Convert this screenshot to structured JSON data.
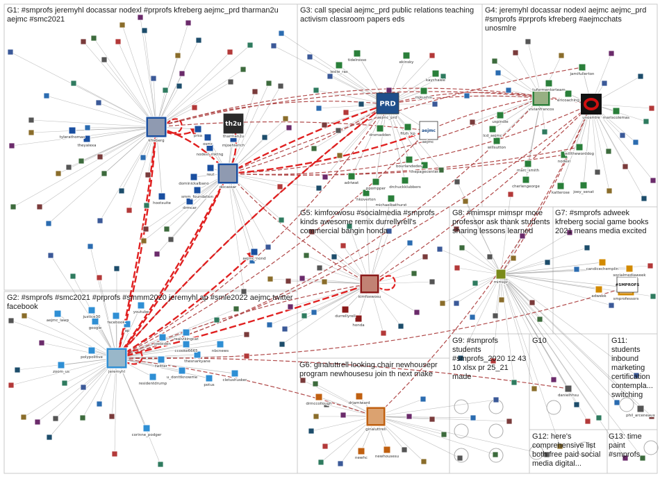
{
  "groups": [
    {
      "id": "G1",
      "label": "G1: #smprofs jeremyhl docassar nodexl #prprofs kfreberg aejmc_prd tharman2u aejmc #smc2021"
    },
    {
      "id": "G2",
      "label": "G2: #smprofs #smc2021 #prprofs #smmm2020 jeremyhl ap #smle2022 aejmc twitter facebook"
    },
    {
      "id": "G3",
      "label": "G3: call special aejmc_prd public relations teaching activism classroom papers eds"
    },
    {
      "id": "G4",
      "label": "G4: jeremyhl docassar nodexl aejmc aejmc_prd #smprofs #prprofs kfreberg #aejmcchats unosmlre"
    },
    {
      "id": "G5",
      "label": "G5: kimfoxwosu #socialmedia #smprofs kinds awesome remix durrellyrell's commercial bangin honda"
    },
    {
      "id": "G6",
      "label": "G6: ginaluttrell looking chair newhousepr program newhousesu join th next make"
    },
    {
      "id": "G7",
      "label": "G7: #smprofs adweek kfreberg social game books 2021 means media excited"
    },
    {
      "id": "G8",
      "label": "G8: #mimspr mimspr more professor ask thank students sharing lessons learned"
    },
    {
      "id": "G9",
      "label": "G9: #smprofs students #smprofs_2020 12 43 10 xlsx pr 25_21 made"
    },
    {
      "id": "G10",
      "label": "G10"
    },
    {
      "id": "G11",
      "label": "G11: students inbound marketing certification contempla... switching"
    },
    {
      "id": "G12",
      "label": "G12: here's comprehensive list both free paid social media digital..."
    },
    {
      "id": "G13",
      "label": "G13: time paint #smprofs"
    }
  ],
  "nodes": [
    {
      "id": "kfreberg",
      "label": "kfreberg",
      "color": "#1a4fa0"
    },
    {
      "id": "tylerathomas",
      "label": "tylerathomas",
      "color": "#1a4fa0"
    },
    {
      "id": "theyalexa",
      "label": "theyalexa",
      "color": "#1a4fa0"
    },
    {
      "id": "prsa",
      "label": "prsa",
      "color": "#1a4fa0"
    },
    {
      "id": "osmr",
      "label": "osmr",
      "color": "#1a4fa0"
    },
    {
      "id": "tharman2u",
      "label": "tharman2u",
      "color": "#1a4fa0"
    },
    {
      "id": "mjoehlerich",
      "label": "mjoehlerich",
      "color": "#1a4fa0"
    },
    {
      "id": "nodexl_mktng",
      "label": "nodexl_mktng",
      "color": "#1a4fa0"
    },
    {
      "id": "reut",
      "label": "reut",
      "color": "#1a4fa0"
    },
    {
      "id": "dominickalbano",
      "label": "dominickalbano",
      "color": "#1a4fa0"
    },
    {
      "id": "docassar",
      "label": "docassar",
      "color": "#1a4fa0"
    },
    {
      "id": "smm_foundation",
      "label": "smm_foundation",
      "color": "#1a4fa0"
    },
    {
      "id": "hootsuite",
      "label": "hootsuite",
      "color": "#1a4fa0"
    },
    {
      "id": "drmcar",
      "label": "drmcar",
      "color": "#1a4fa0"
    },
    {
      "id": "aejmc_nond",
      "label": "aejmc_nond",
      "color": "#1a4fa0"
    },
    {
      "id": "justice30",
      "label": "justice30",
      "color": "#2f8fd4"
    },
    {
      "id": "aejmc_lawp",
      "label": "aejmc_lawp",
      "color": "#2f8fd4"
    },
    {
      "id": "youtube",
      "label": "youtube",
      "color": "#2f8fd4"
    },
    {
      "id": "google",
      "label": "google",
      "color": "#2f8fd4"
    },
    {
      "id": "facebook",
      "label": "facebook",
      "color": "#2f8fd4"
    },
    {
      "id": "ap",
      "label": "ap",
      "color": "#2f8fd4"
    },
    {
      "id": "realvikingcat",
      "label": "realvikingcat",
      "color": "#2f8fd4"
    },
    {
      "id": "joebiden",
      "label": "joebiden",
      "color": "#2f8fd4"
    },
    {
      "id": "ccooke6665",
      "label": "ccooke6665",
      "color": "#2f8fd4"
    },
    {
      "id": "nbcnews",
      "label": "nbcnews",
      "color": "#2f8fd4"
    },
    {
      "id": "polypolitive",
      "label": "polypolitive",
      "color": "#2f8fd4"
    },
    {
      "id": "zoom_us",
      "label": "zoom_us",
      "color": "#2f8fd4"
    },
    {
      "id": "jeremyhl",
      "label": "jeremyhl",
      "color": "#2f8fd4"
    },
    {
      "id": "twitter",
      "label": "twitter",
      "color": "#2f8fd4"
    },
    {
      "id": "thesnarkyane",
      "label": "thesnarkyane",
      "color": "#2f8fd4"
    },
    {
      "id": "u_donttknowme",
      "label": "u_donttknowme",
      "color": "#2f8fd4"
    },
    {
      "id": "potus",
      "label": "potus",
      "color": "#2f8fd4"
    },
    {
      "id": "cletushusker",
      "label": "cletushusker",
      "color": "#2f8fd4"
    },
    {
      "id": "residentdrump",
      "label": "residentdrump",
      "color": "#2f8fd4"
    },
    {
      "id": "corinne_podger",
      "label": "corinne_podger",
      "color": "#2f8fd4"
    },
    {
      "id": "tidelrosso",
      "label": "tidelrosso",
      "color": "#2a7f3a"
    },
    {
      "id": "ekinsky",
      "label": "ekinsky",
      "color": "#2a7f3a"
    },
    {
      "id": "leslie_ras",
      "label": "leslie_ras",
      "color": "#2a7f3a"
    },
    {
      "id": "kaychaiee",
      "label": "kaychaiee",
      "color": "#2a7f3a"
    },
    {
      "id": "mjkushin",
      "label": "mjkushin",
      "color": "#2a7f3a"
    },
    {
      "id": "aejmc_prd",
      "label": "aejmc_prd",
      "color": "#2a7f3a"
    },
    {
      "id": "drsmadden",
      "label": "drsmadden",
      "color": "#2a7f3a"
    },
    {
      "id": "fitzh_kp",
      "label": "fitzh_kp",
      "color": "#2a7f3a"
    },
    {
      "id": "aejmc",
      "label": "aejmc",
      "color": "#2a7f3a"
    },
    {
      "id": "bourlandedev",
      "label": "bourlandedev",
      "color": "#2a7f3a"
    },
    {
      "id": "thepagecenter",
      "label": "thepagecenter",
      "color": "#2a7f3a"
    },
    {
      "id": "adriwat",
      "label": "adriwat",
      "color": "#2a7f3a"
    },
    {
      "id": "ppompper",
      "label": "ppompper",
      "color": "#2a7f3a"
    },
    {
      "id": "drchuckklubbers",
      "label": "drchuckklubbers",
      "color": "#2a7f3a"
    },
    {
      "id": "hkoverton",
      "label": "hkoverton",
      "color": "#2a7f3a"
    },
    {
      "id": "michaelbathurst",
      "label": "michaelbathurst",
      "color": "#2a7f3a"
    },
    {
      "id": "jamifullerton",
      "label": "jamifullerton",
      "color": "#2a7f3a"
    },
    {
      "id": "tuforment",
      "label": "tuformentorteam",
      "color": "#2a7f3a"
    },
    {
      "id": "ericoaching",
      "label": "ericoaching",
      "color": "#2a7f3a"
    },
    {
      "id": "vivianfrancos",
      "label": "vivianfrancos",
      "color": "#2a7f3a"
    },
    {
      "id": "unosmlre",
      "label": "unosmlre",
      "color": "#2a7f3a"
    },
    {
      "id": "mariscolemas",
      "label": "mariscolemas",
      "color": "#2a7f3a"
    },
    {
      "id": "uspindle",
      "label": "uspindle",
      "color": "#2a7f3a"
    },
    {
      "id": "lcd_aejmc",
      "label": "lcd_aejmc",
      "color": "#2a7f3a"
    },
    {
      "id": "willsutton",
      "label": "willsutton",
      "color": "#2a7f3a"
    },
    {
      "id": "willtheworddog",
      "label": "willtheworddog",
      "color": "#2a7f3a"
    },
    {
      "id": "nodexl",
      "label": "nodexl",
      "color": "#2a7f3a"
    },
    {
      "id": "marc_smith",
      "label": "marc_smith",
      "color": "#2a7f3a"
    },
    {
      "id": "cherlengeorge",
      "label": "cherlengeorge",
      "color": "#2a7f3a"
    },
    {
      "id": "katterose",
      "label": "katterose",
      "color": "#2a7f3a"
    },
    {
      "id": "joey_senat",
      "label": "joey_senat",
      "color": "#2a7f3a"
    },
    {
      "id": "kimfoxwosu",
      "label": "kimfoxwosu",
      "color": "#8b1a1a"
    },
    {
      "id": "durrellyrell",
      "label": "durrellyrell",
      "color": "#8b1a1a"
    },
    {
      "id": "honda",
      "label": "honda",
      "color": "#8b1a1a"
    },
    {
      "id": "mimspr",
      "label": "mimspr",
      "color": "#7a8a1a"
    },
    {
      "id": "candicechemplin",
      "label": "candicechemplin",
      "color": "#d28a00"
    },
    {
      "id": "socialmediaweek",
      "label": "socialmediaweek",
      "color": "#d28a00"
    },
    {
      "id": "adweek",
      "label": "adweek",
      "color": "#d28a00"
    },
    {
      "id": "smprofessors",
      "label": "smprofessors",
      "color": "#d28a00"
    },
    {
      "id": "drmccollough",
      "label": "drmccollough",
      "color": "#c06010"
    },
    {
      "id": "drjamiward",
      "label": "drjamiward",
      "color": "#c06010"
    },
    {
      "id": "ginaluttrell",
      "label": "ginaluttrell",
      "color": "#c06010"
    },
    {
      "id": "newhc",
      "label": "newhc",
      "color": "#c06010"
    },
    {
      "id": "newhousesu",
      "label": "newhousesu",
      "color": "#c06010"
    },
    {
      "id": "danielhhsu",
      "label": "danielhhsu",
      "color": "#555555"
    },
    {
      "id": "phil_arceneaux",
      "label": "phil_arceneaux",
      "color": "#555555"
    }
  ],
  "icons": {
    "th2u": "th2u",
    "prd": "PRD",
    "aejmc_logo": "aejmc",
    "smprofs_badge": "#SMPROFS"
  },
  "colors": {
    "edge": "#8a8a8a",
    "strong_edge": "#b04848",
    "highlight_edge": "#e02020",
    "group_border": "#c9c9c9"
  }
}
